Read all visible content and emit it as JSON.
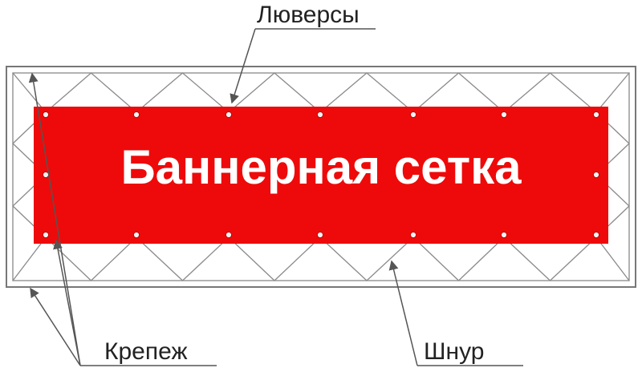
{
  "diagram": {
    "banner_text": "Баннерная сетка",
    "labels": {
      "grommets": "Люверсы",
      "fastener": "Крепеж",
      "cord": "Шнур"
    }
  },
  "colors": {
    "banner": "#ee0a0a",
    "banner_text": "#ffffff",
    "frame": "#777777",
    "cord": "#8a8a8a",
    "grommet": "#f2f2f2",
    "label": "#222222",
    "leader": "#555555"
  }
}
